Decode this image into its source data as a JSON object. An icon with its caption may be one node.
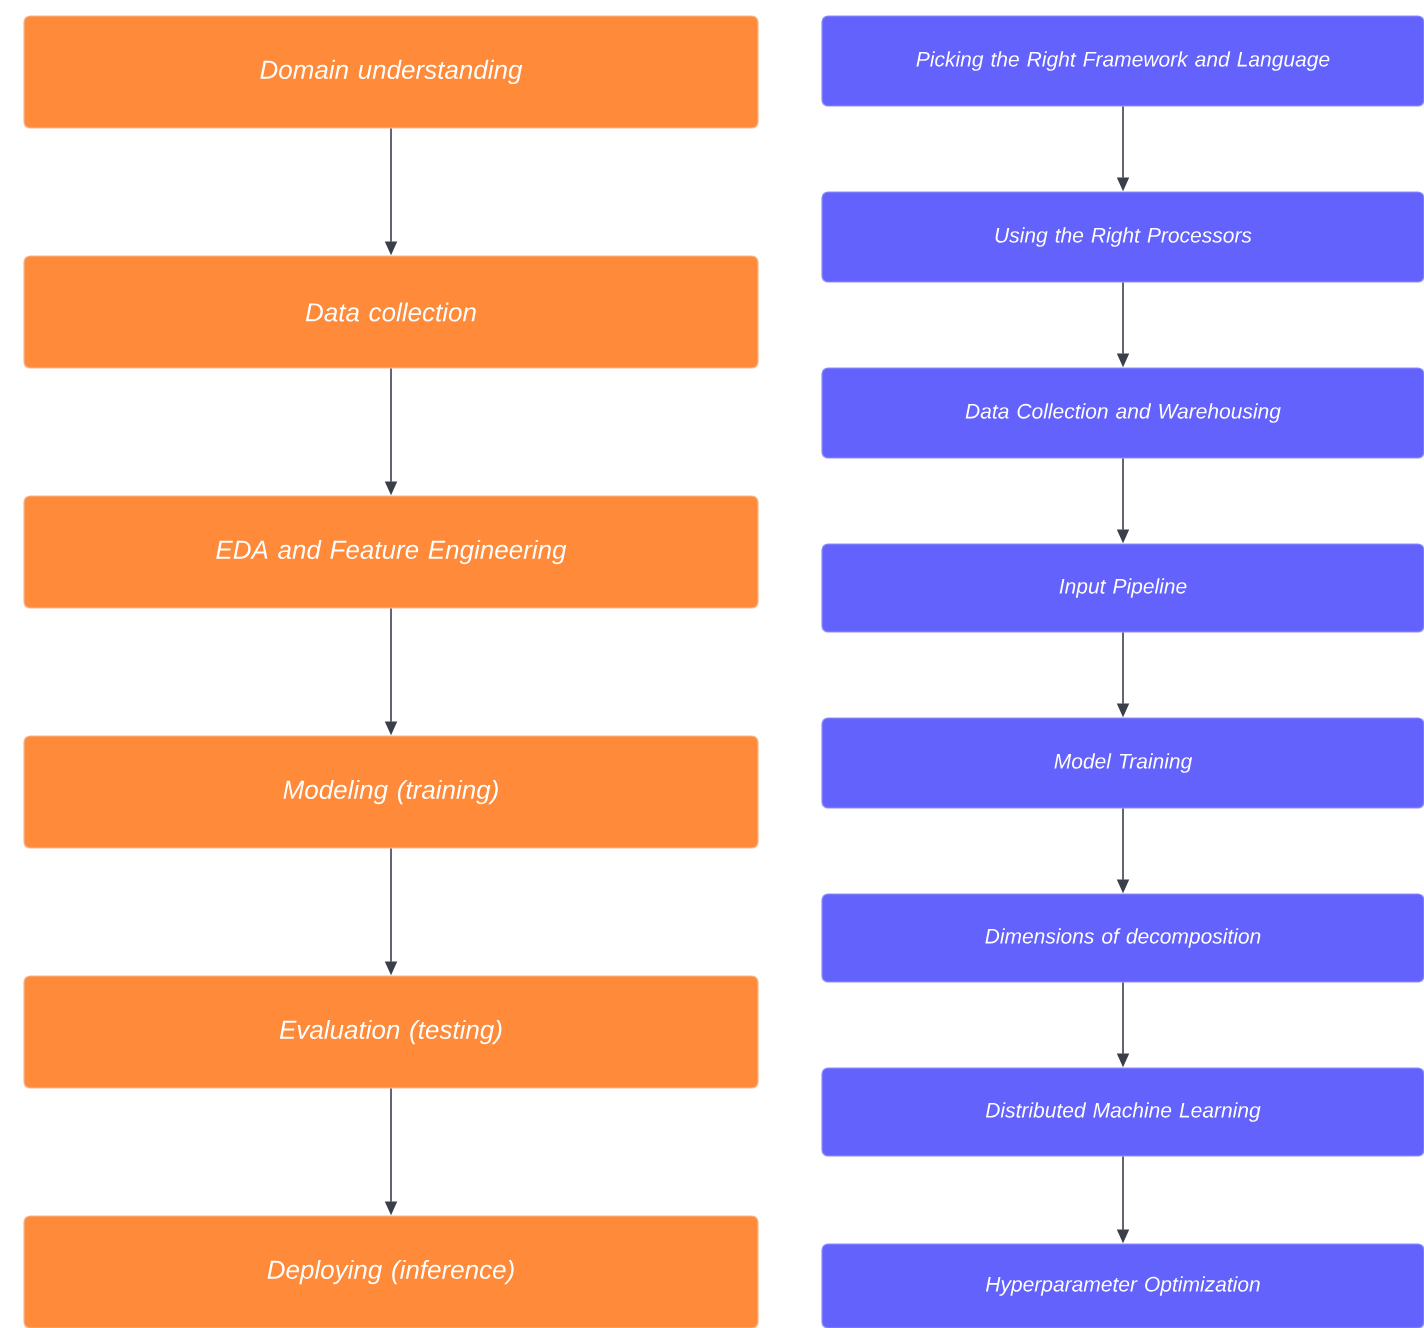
{
  "diagram": {
    "nodes": [
      {
        "text": [
          "Domain understanding"
        ]
      },
      {
        "text": [
          "Data collection"
        ]
      },
      {
        "text": [
          "EDA and Feature Engineering"
        ]
      },
      {
        "text": [
          "Modeling (training)"
        ]
      },
      {
        "text": [
          "Evaluation (testing)"
        ]
      },
      {
        "text": [
          "Deploying (inference)"
        ]
      },
      {
        "text": [
          "Picking the Right Framework and Language"
        ]
      },
      {
        "text": [
          "Using the Right Processors"
        ]
      },
      {
        "text": [
          "Data Collection and Warehousing"
        ]
      },
      {
        "text": [
          "Input Pipeline"
        ]
      },
      {
        "text": [
          "Model Training"
        ]
      },
      {
        "text": [
          "Dimensions of decomposition"
        ]
      },
      {
        "text": [
          "Distributed Machine Learning"
        ]
      },
      {
        "text": [
          "Hyperparameter Optimization"
        ]
      }
    ],
    "edges": [
      {
        "from": 0,
        "to": 1,
        "arrow": "to"
      },
      {
        "from": 1,
        "to": 2,
        "arrow": "to"
      },
      {
        "from": 2,
        "to": 3,
        "arrow": "to"
      },
      {
        "from": 3,
        "to": 4,
        "arrow": "to"
      },
      {
        "from": 4,
        "to": 5,
        "arrow": "to"
      },
      {
        "from": 6,
        "to": 7,
        "arrow": "to"
      },
      {
        "from": 7,
        "to": 8,
        "arrow": "to"
      },
      {
        "from": 8,
        "to": 9,
        "arrow": "to"
      },
      {
        "from": 9,
        "to": 10,
        "arrow": "to"
      },
      {
        "from": 10,
        "to": 11,
        "arrow": "to"
      },
      {
        "from": 11,
        "to": 12,
        "arrow": "to"
      },
      {
        "from": 12,
        "to": 13,
        "arrow": "to"
      }
    ]
  }
}
